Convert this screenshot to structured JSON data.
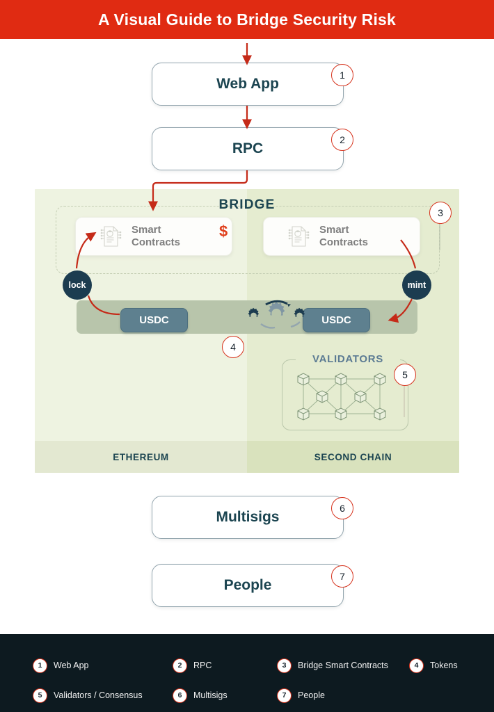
{
  "banner": {
    "title": "A Visual Guide to Bridge Security Risk"
  },
  "colors": {
    "banner_red": "#e02b12",
    "arrow_red": "#c52a18",
    "node_text": "#1b4450",
    "chain_left_bg": "#eef3e1",
    "chain_right_bg": "#e5ecd0",
    "token_bar": "#b8c5ab",
    "usdc_box": "#5e808f",
    "pill_navy": "#1c3c50",
    "legend_bg": "#0d1a20",
    "validators_label": "#5c7b93",
    "dollar": "#e0401d"
  },
  "nodes": [
    {
      "label": "Web App",
      "number": "1"
    },
    {
      "label": "RPC",
      "number": "2"
    },
    {
      "label": "Multisigs",
      "number": "6"
    },
    {
      "label": "People",
      "number": "7"
    }
  ],
  "bridge": {
    "title": "BRIDGE",
    "number": "3",
    "smart_contracts_left": "Smart\nContracts",
    "smart_contracts_left_line1": "Smart",
    "smart_contracts_left_line2": "Contracts",
    "smart_contracts_right_line1": "Smart",
    "smart_contracts_right_line2": "Contracts",
    "dollar_symbol": "$",
    "lock_label": "lock",
    "mint_label": "mint",
    "token_left": "USDC",
    "token_right": "USDC",
    "tokens_number": "4",
    "validators_title": "VALIDATORS",
    "validators_number": "5",
    "chain_left_label": "ETHEREUM",
    "chain_right_label": "SECOND CHAIN"
  },
  "legend": {
    "row1": [
      {
        "number": "1",
        "label": "Web App"
      },
      {
        "number": "2",
        "label": "RPC"
      },
      {
        "number": "3",
        "label": "Bridge Smart Contracts"
      },
      {
        "number": "4",
        "label": "Tokens"
      }
    ],
    "row2": [
      {
        "number": "5",
        "label": "Validators / Consensus"
      },
      {
        "number": "6",
        "label": "Multisigs"
      },
      {
        "number": "7",
        "label": "People"
      }
    ]
  }
}
